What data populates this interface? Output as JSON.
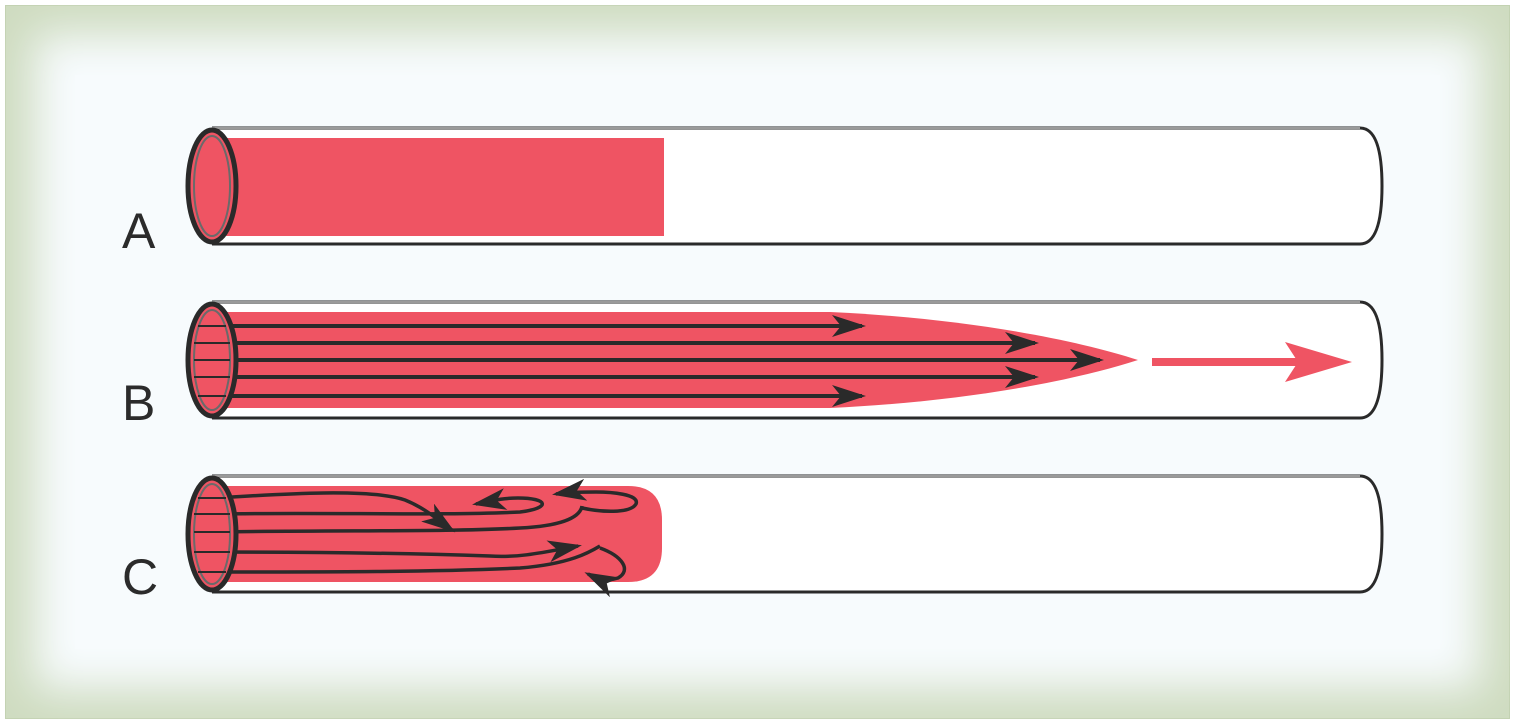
{
  "diagram": {
    "labels": {
      "a": "A",
      "b": "B",
      "c": "C"
    },
    "colors": {
      "blood": "#ef5463",
      "outline": "#2a2a2a",
      "frame": "#cfdcc1",
      "background": "#f7fbfd"
    }
  }
}
